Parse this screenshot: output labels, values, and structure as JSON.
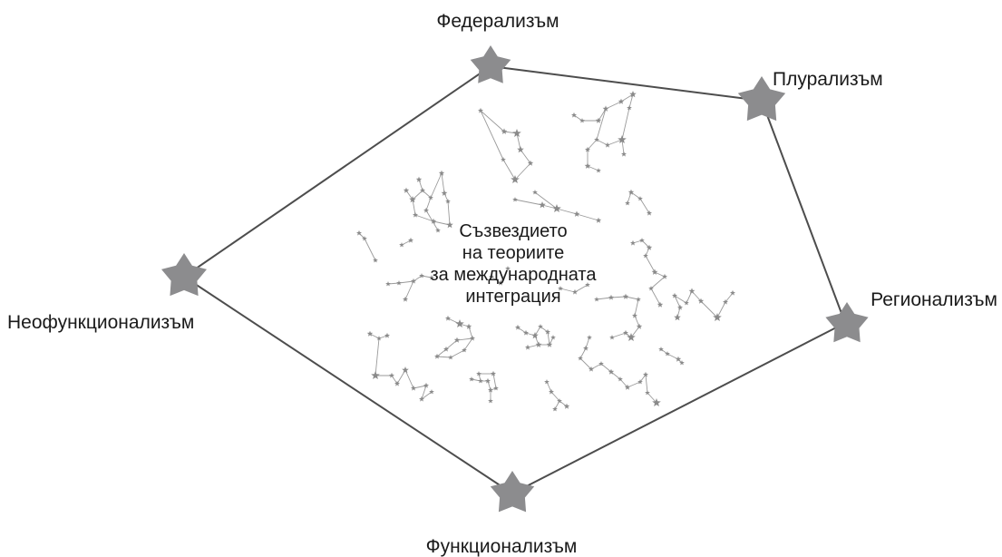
{
  "diagram": {
    "center_label": [
      "Съзвездието",
      "на теориите",
      "за международната",
      "интеграция"
    ],
    "nodes": [
      {
        "key": "federalism",
        "label": "Федерализъм"
      },
      {
        "key": "pluralism",
        "label": "Плурализъм"
      },
      {
        "key": "regionalism",
        "label": "Регионализъм"
      },
      {
        "key": "functionalism",
        "label": "Функционализъм"
      },
      {
        "key": "neofunctionalism",
        "label": "Неофункционализъм"
      }
    ],
    "colors": {
      "star": "#8c8c8e",
      "edge": "#4d4d4d",
      "constellation": "#9a9a9a",
      "text": "#1a1a1a"
    }
  }
}
